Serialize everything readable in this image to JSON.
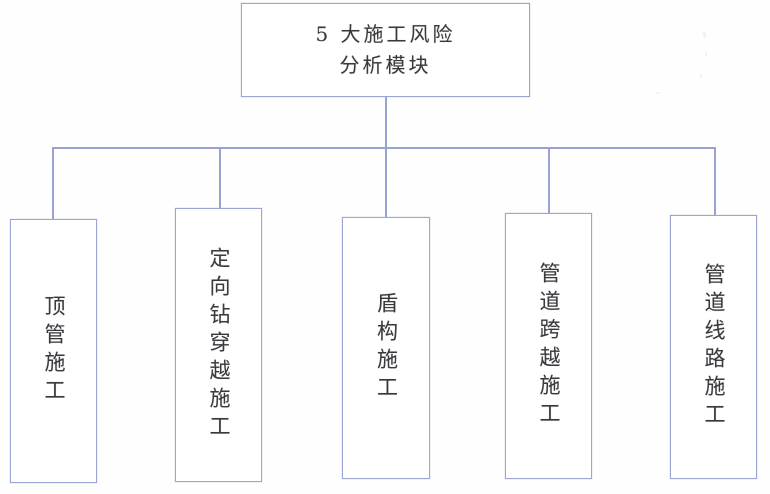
{
  "diagram": {
    "type": "org-chart",
    "orientation": "top-down",
    "title": "5 大施工风险分析模块",
    "accent_color": "#9aa6d4",
    "text_color": "#3a3a3e",
    "background_color": "#ffffff",
    "root": {
      "id": "root",
      "lines": [
        "5 大施工风险",
        "分析模块"
      ],
      "text": "5 大施工风险分析模块"
    },
    "children": [
      {
        "id": "child-1",
        "label": "顶管施工",
        "chars": 4
      },
      {
        "id": "child-2",
        "label": "定向钻穿越施工",
        "chars": 7
      },
      {
        "id": "child-3",
        "label": "盾构施工",
        "chars": 4
      },
      {
        "id": "child-4",
        "label": "管道跨越施工",
        "chars": 6
      },
      {
        "id": "child-5",
        "label": "管道线路施工",
        "chars": 6
      }
    ],
    "edge_count": 5
  }
}
